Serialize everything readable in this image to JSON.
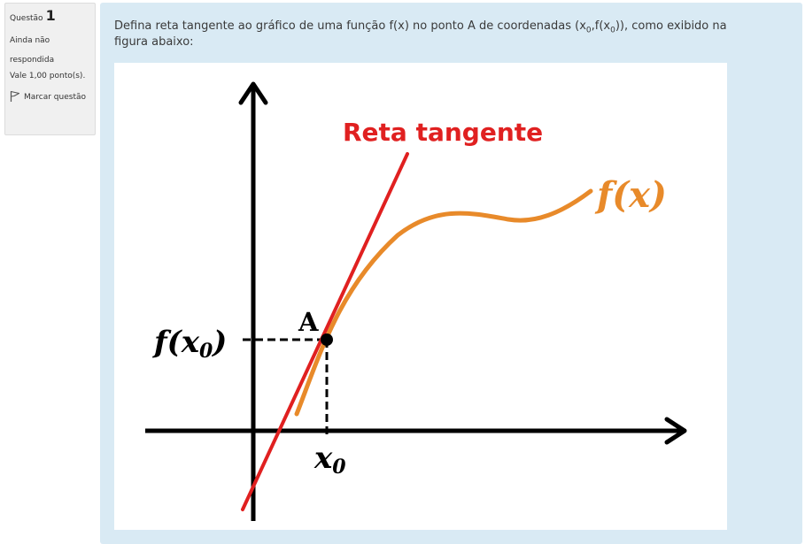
{
  "question_info": {
    "label": "Questão",
    "number": "1",
    "state": "Ainda não respondida",
    "grade": "Vale 1,00 ponto(s).",
    "flag_label": "Marcar questão"
  },
  "question": {
    "text_before": "Defina reta tangente ao gráfico de uma função f(x) no ponto A de coordenadas (x",
    "sub1": "0",
    "text_mid": ",f(x",
    "sub2": "0",
    "text_after": ")), como exibido na figura abaixo:"
  },
  "figure": {
    "tangent_label": "Reta tangente",
    "curve_label": "f(x)",
    "point_label": "A",
    "fx0_label": "f(x",
    "x0_label": "x",
    "subscript": "0",
    "fx0_close": ")",
    "colors": {
      "tangent": "#e02020",
      "curve": "#e88a2a",
      "axes": "#000000"
    }
  }
}
